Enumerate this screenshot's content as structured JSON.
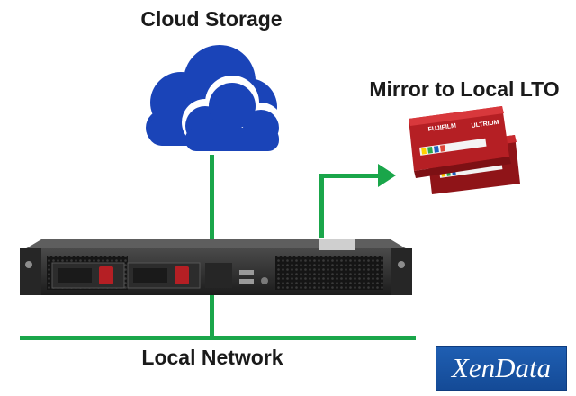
{
  "labels": {
    "cloud": "Cloud Storage",
    "lto": "Mirror to Local LTO",
    "network": "Local Network"
  },
  "tapes": {
    "brand": "FUJIFILM",
    "format": "ULTRIUM"
  },
  "logo": {
    "text": "XenData"
  },
  "colors": {
    "connector": "#1aa64a",
    "cloud": "#1a44b8",
    "tape": "#b51f24",
    "logo_bg": "#1d58ad"
  }
}
